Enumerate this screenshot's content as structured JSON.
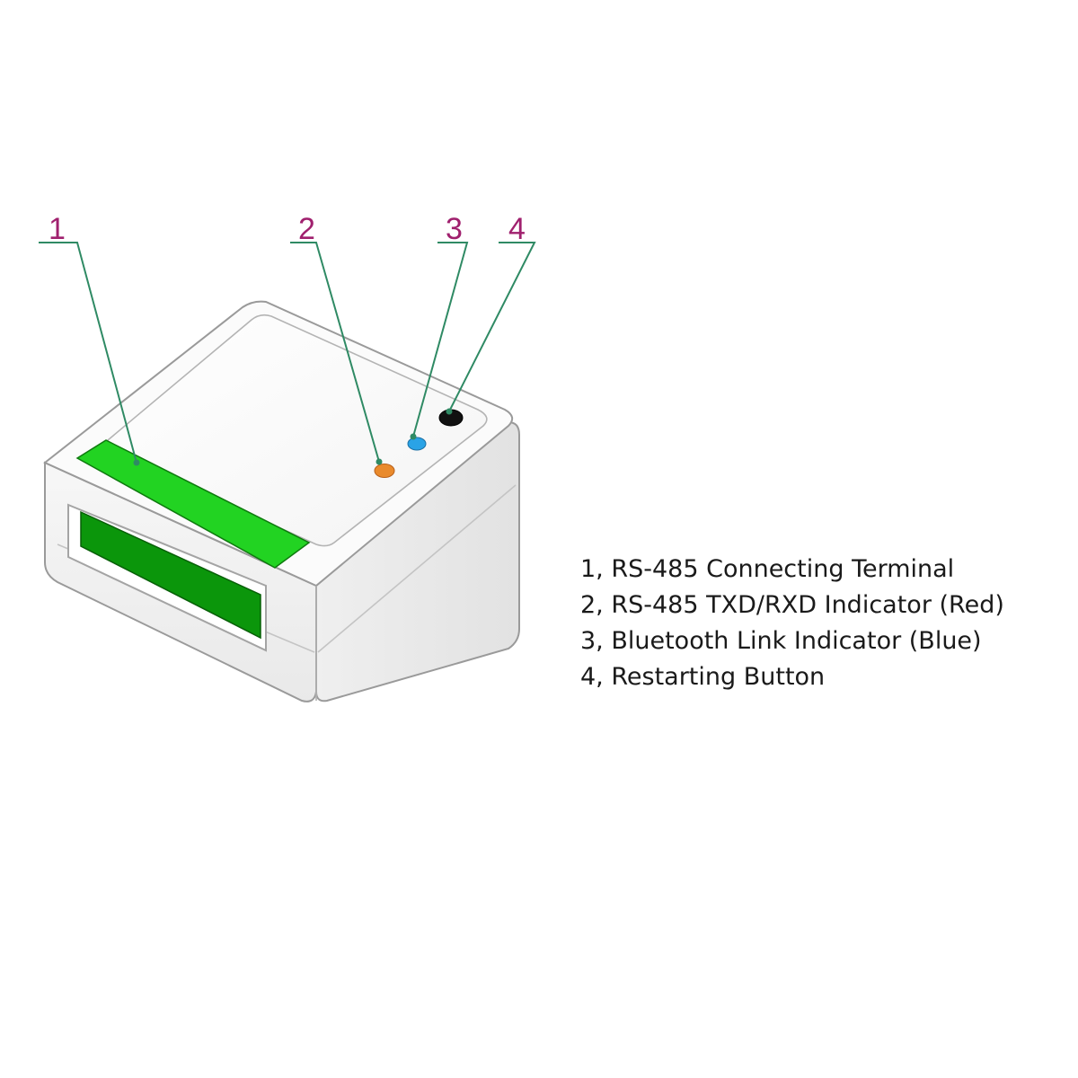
{
  "callouts": [
    {
      "number": "1",
      "target": "rs485-terminal"
    },
    {
      "number": "2",
      "target": "txd-rxd-indicator"
    },
    {
      "number": "3",
      "target": "bluetooth-indicator"
    },
    {
      "number": "4",
      "target": "restart-button"
    }
  ],
  "legend": [
    {
      "text": "1, RS-485 Connecting Terminal"
    },
    {
      "text": "2, RS-485 TXD/RXD Indicator (Red)"
    },
    {
      "text": "3, Bluetooth Link Indicator (Blue)"
    },
    {
      "text": "4, Restarting Button"
    }
  ],
  "colors": {
    "callout_number": "#a0206e",
    "leader_line": "#2f8a64",
    "terminal_green": "#22d322",
    "terminal_dark_green": "#0b960b",
    "txd_rxd_led": "#e98a2c",
    "bluetooth_led": "#2aa3e6",
    "restart_button": "#111111",
    "device_outline": "#9a9a9a"
  }
}
